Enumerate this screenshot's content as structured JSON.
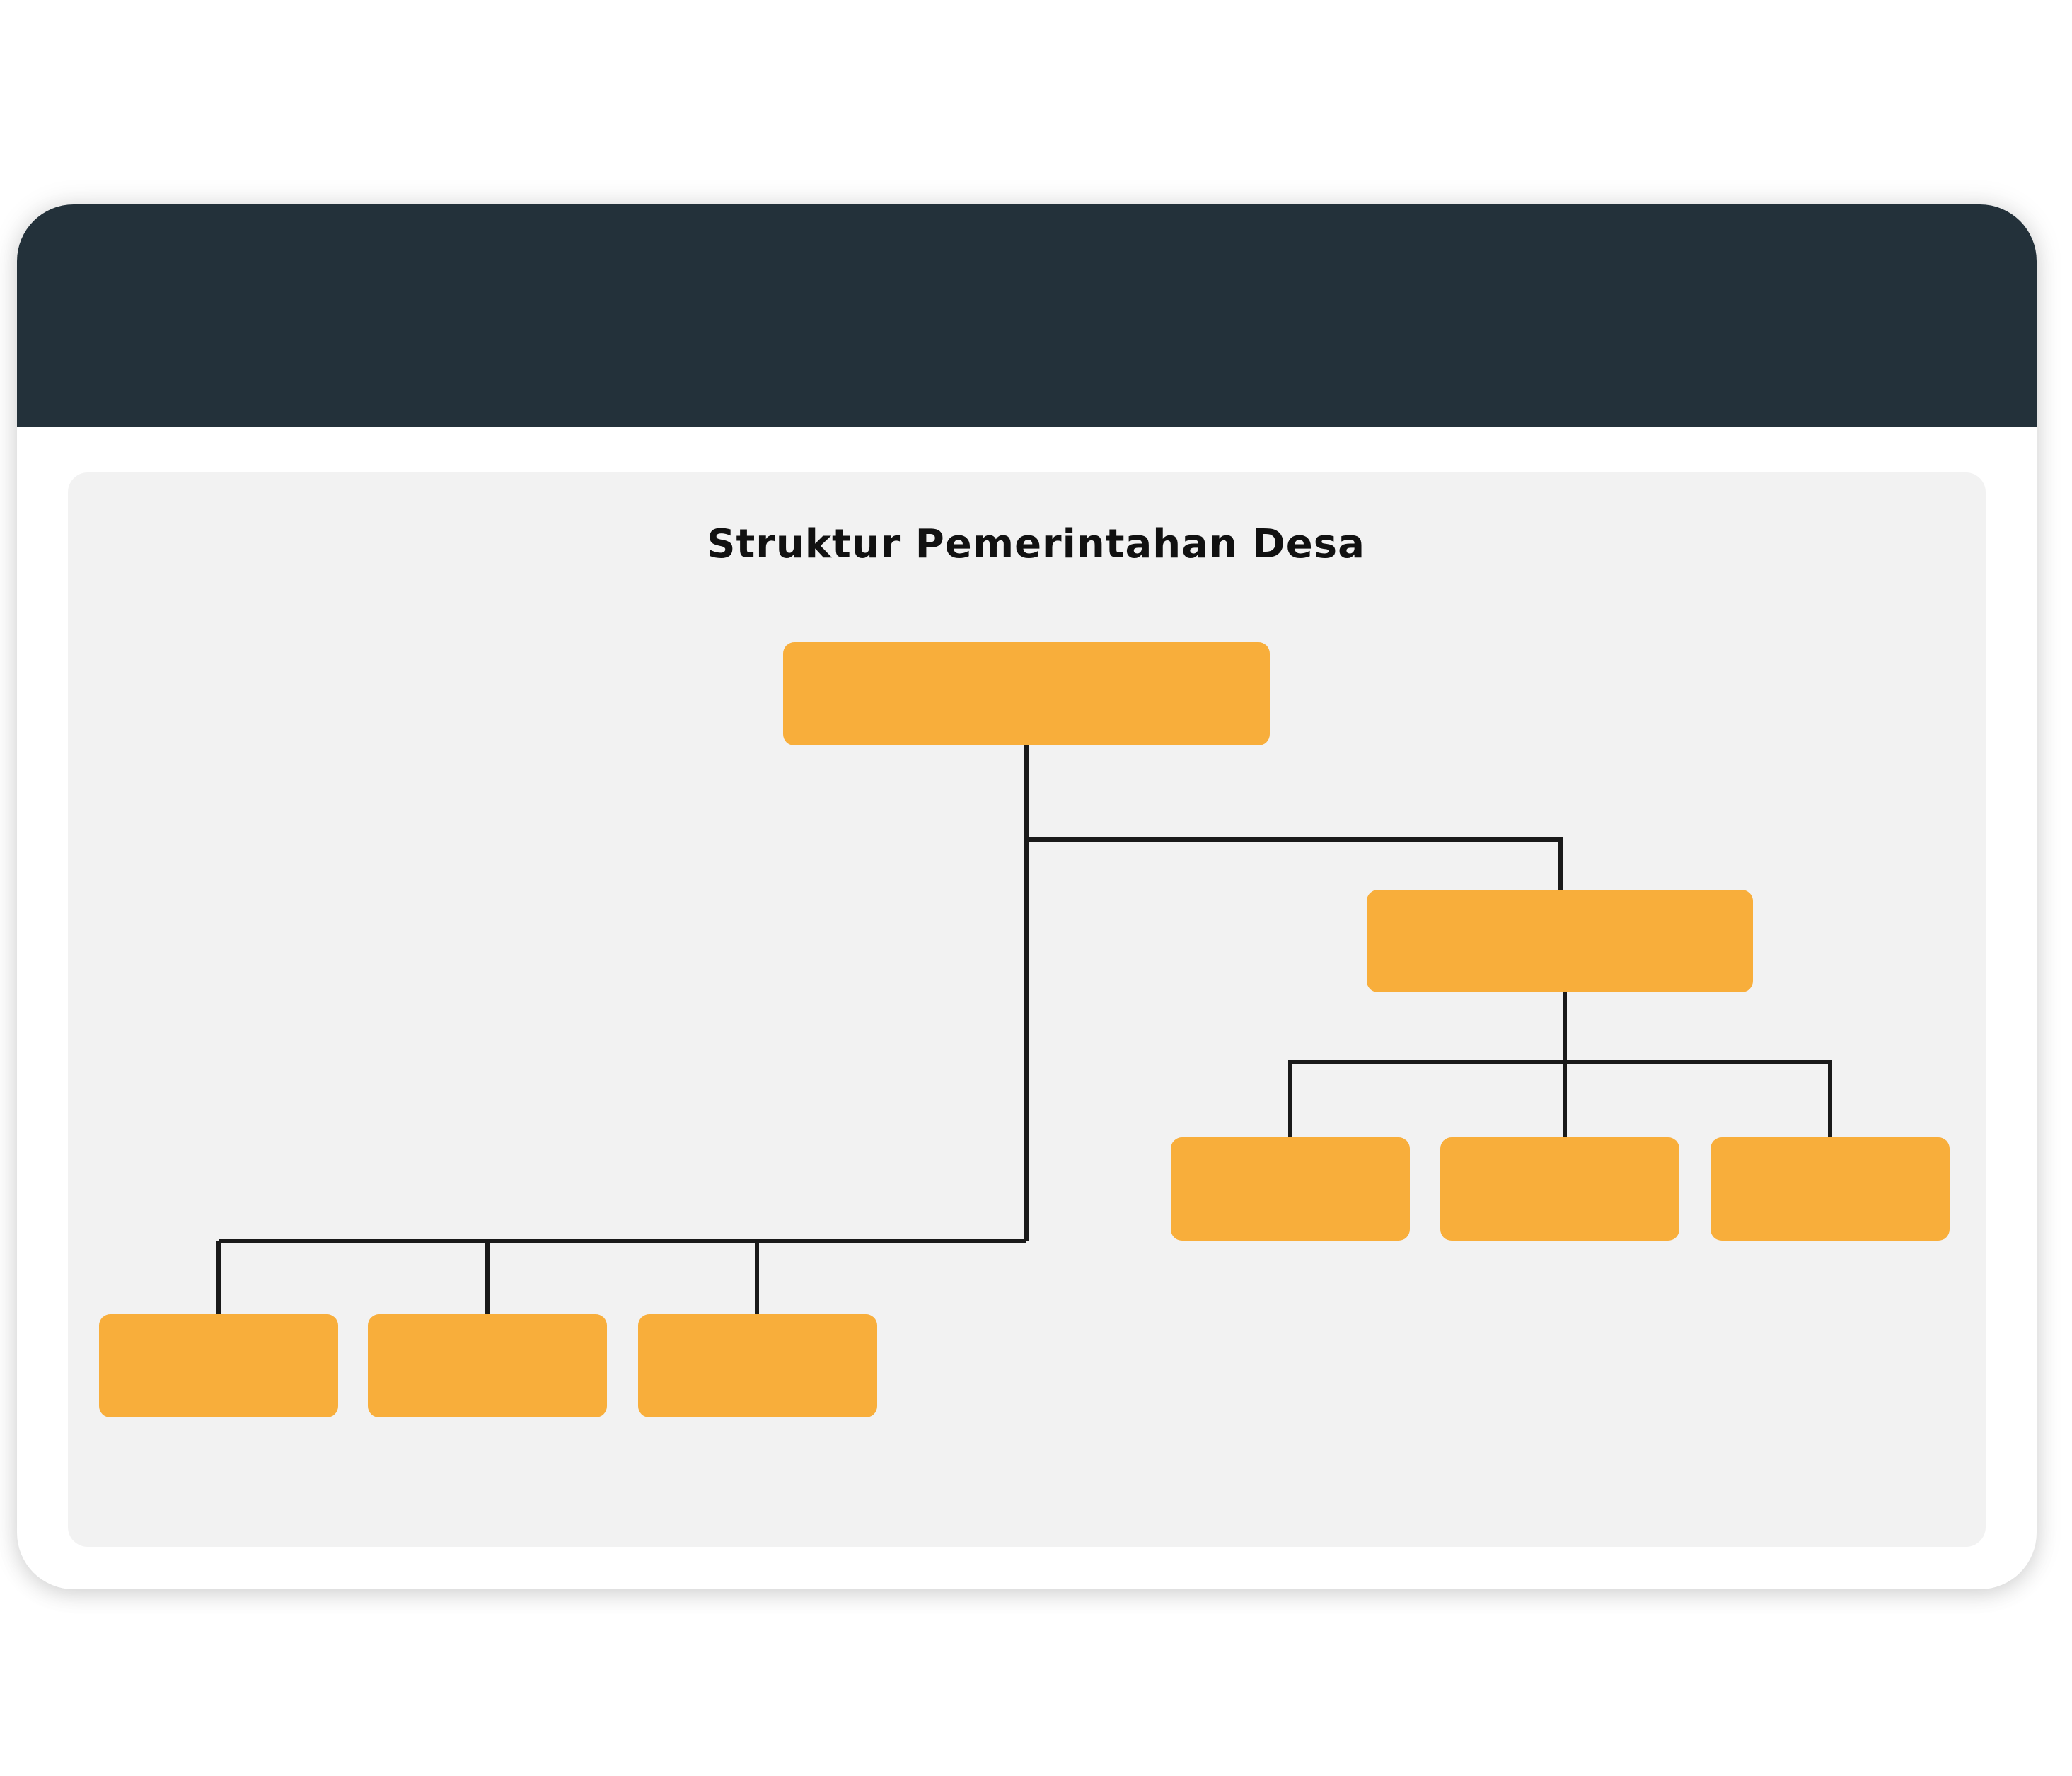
{
  "window": {
    "titlebar_color": "#23313a",
    "panel_color": "#f2f2f2"
  },
  "diagram": {
    "title": "Struktur Pemerintahan Desa",
    "node_color": "#f8ae3b",
    "line_color": "#1a1a1a",
    "nodes": [
      {
        "id": "root",
        "label": ""
      },
      {
        "id": "branch-right",
        "label": ""
      },
      {
        "id": "right-child-1",
        "label": ""
      },
      {
        "id": "right-child-2",
        "label": ""
      },
      {
        "id": "right-child-3",
        "label": ""
      },
      {
        "id": "left-child-1",
        "label": ""
      },
      {
        "id": "left-child-2",
        "label": ""
      },
      {
        "id": "left-child-3",
        "label": ""
      }
    ],
    "edges": [
      [
        "root",
        "branch-right"
      ],
      [
        "root",
        "left-child-1"
      ],
      [
        "root",
        "left-child-2"
      ],
      [
        "root",
        "left-child-3"
      ],
      [
        "branch-right",
        "right-child-1"
      ],
      [
        "branch-right",
        "right-child-2"
      ],
      [
        "branch-right",
        "right-child-3"
      ]
    ]
  }
}
